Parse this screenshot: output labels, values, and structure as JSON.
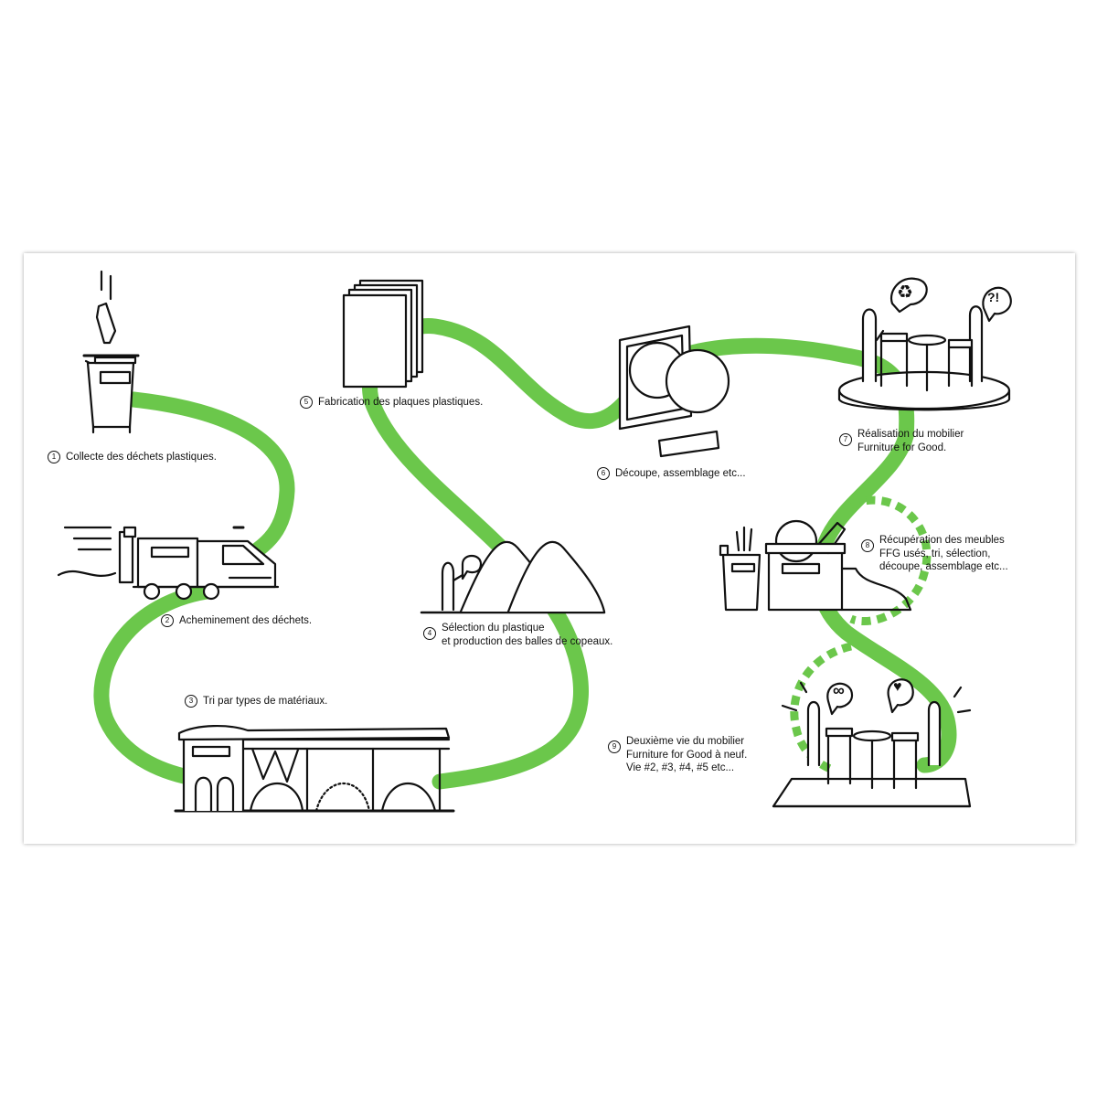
{
  "colors": {
    "path": "#6bc74b",
    "ink": "#111111",
    "background": "#ffffff"
  },
  "steps": [
    {
      "num": "1",
      "lines": [
        "Collecte des déchets plastiques."
      ]
    },
    {
      "num": "2",
      "lines": [
        "Acheminement des déchets."
      ]
    },
    {
      "num": "3",
      "lines": [
        "Tri par types de matériaux."
      ]
    },
    {
      "num": "4",
      "lines": [
        "Sélection du plastique",
        "et production des balles de copeaux."
      ]
    },
    {
      "num": "5",
      "lines": [
        "Fabrication des plaques plastiques."
      ]
    },
    {
      "num": "6",
      "lines": [
        "Découpe, assemblage etc..."
      ]
    },
    {
      "num": "7",
      "lines": [
        "Réalisation du mobilier",
        "Furniture for Good."
      ]
    },
    {
      "num": "8",
      "lines": [
        "Récupération des meubles",
        "FFG usés, tri, sélection,",
        "découpe, assemblage etc..."
      ]
    },
    {
      "num": "9",
      "lines": [
        "Deuxième vie du mobilier",
        "Furniture for Good à neuf.",
        "Vie #2, #3, #4, #5 etc..."
      ]
    }
  ],
  "icons": {
    "bubble_recycle": "♻",
    "bubble_question": "?!",
    "bubble_infinity": "∞",
    "bubble_heart": "♥"
  }
}
